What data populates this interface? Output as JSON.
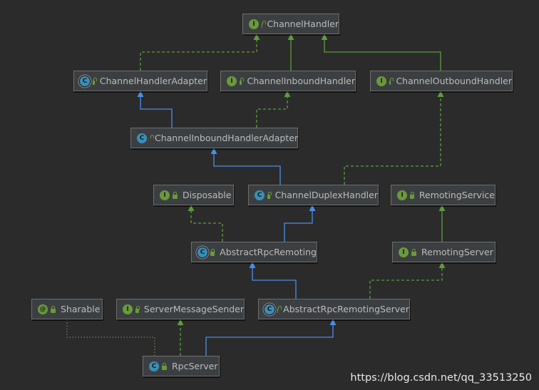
{
  "nodes": [
    {
      "id": "channel-handler",
      "label": "ChannelHandler",
      "kind": "interface"
    },
    {
      "id": "channel-handler-adapter",
      "label": "ChannelHandlerAdapter",
      "kind": "abstract"
    },
    {
      "id": "channel-inbound-handler",
      "label": "ChannelInboundHandler",
      "kind": "interface"
    },
    {
      "id": "channel-outbound-handler",
      "label": "ChannelOutboundHandler",
      "kind": "interface"
    },
    {
      "id": "channel-inbound-handler-adapter",
      "label": "ChannelInboundHandlerAdapter",
      "kind": "class"
    },
    {
      "id": "disposable",
      "label": "Disposable",
      "kind": "interface"
    },
    {
      "id": "channel-duplex-handler",
      "label": "ChannelDuplexHandler",
      "kind": "class"
    },
    {
      "id": "remoting-service",
      "label": "RemotingService",
      "kind": "interface"
    },
    {
      "id": "abstract-rpc-remoting",
      "label": "AbstractRpcRemoting",
      "kind": "abstract"
    },
    {
      "id": "remoting-server",
      "label": "RemotingServer",
      "kind": "interface"
    },
    {
      "id": "sharable",
      "label": "Sharable",
      "kind": "annotation"
    },
    {
      "id": "server-message-sender",
      "label": "ServerMessageSender",
      "kind": "interface"
    },
    {
      "id": "abstract-rpc-remoting-server",
      "label": "AbstractRpcRemotingServer",
      "kind": "abstract"
    },
    {
      "id": "rpc-server",
      "label": "RpcServer",
      "kind": "class"
    }
  ],
  "edges": [
    {
      "from": "channel-handler-adapter",
      "to": "channel-handler",
      "type": "implements"
    },
    {
      "from": "channel-inbound-handler",
      "to": "channel-handler",
      "type": "extends-interface"
    },
    {
      "from": "channel-outbound-handler",
      "to": "channel-handler",
      "type": "extends-interface"
    },
    {
      "from": "channel-inbound-handler-adapter",
      "to": "channel-handler-adapter",
      "type": "extends"
    },
    {
      "from": "channel-inbound-handler-adapter",
      "to": "channel-inbound-handler",
      "type": "implements"
    },
    {
      "from": "channel-duplex-handler",
      "to": "channel-inbound-handler-adapter",
      "type": "extends"
    },
    {
      "from": "channel-duplex-handler",
      "to": "channel-outbound-handler",
      "type": "implements"
    },
    {
      "from": "abstract-rpc-remoting",
      "to": "disposable",
      "type": "implements"
    },
    {
      "from": "abstract-rpc-remoting",
      "to": "channel-duplex-handler",
      "type": "extends"
    },
    {
      "from": "remoting-server",
      "to": "remoting-service",
      "type": "extends-interface"
    },
    {
      "from": "abstract-rpc-remoting-server",
      "to": "abstract-rpc-remoting",
      "type": "extends"
    },
    {
      "from": "abstract-rpc-remoting-server",
      "to": "remoting-server",
      "type": "implements"
    },
    {
      "from": "rpc-server",
      "to": "server-message-sender",
      "type": "implements"
    },
    {
      "from": "rpc-server",
      "to": "abstract-rpc-remoting-server",
      "type": "extends"
    },
    {
      "from": "rpc-server",
      "to": "sharable",
      "type": "annotated"
    }
  ],
  "colors": {
    "background": "#2b2b2b",
    "extends": "#4a8fe7",
    "implements": "#5e9c3e",
    "annotated": "#7a7a5a"
  },
  "watermark": "https://blog.csdn.net/qq_33513250"
}
